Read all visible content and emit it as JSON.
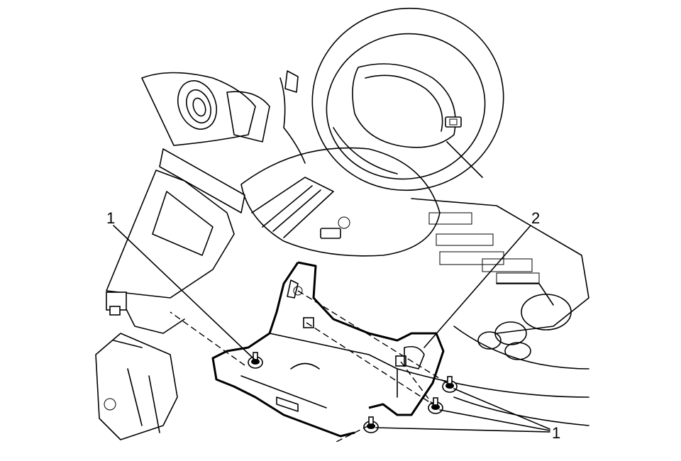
{
  "figure": {
    "callouts": [
      {
        "id": "c1a",
        "text": "1"
      },
      {
        "id": "c2",
        "text": "2"
      },
      {
        "id": "c1b",
        "text": "1"
      }
    ]
  }
}
